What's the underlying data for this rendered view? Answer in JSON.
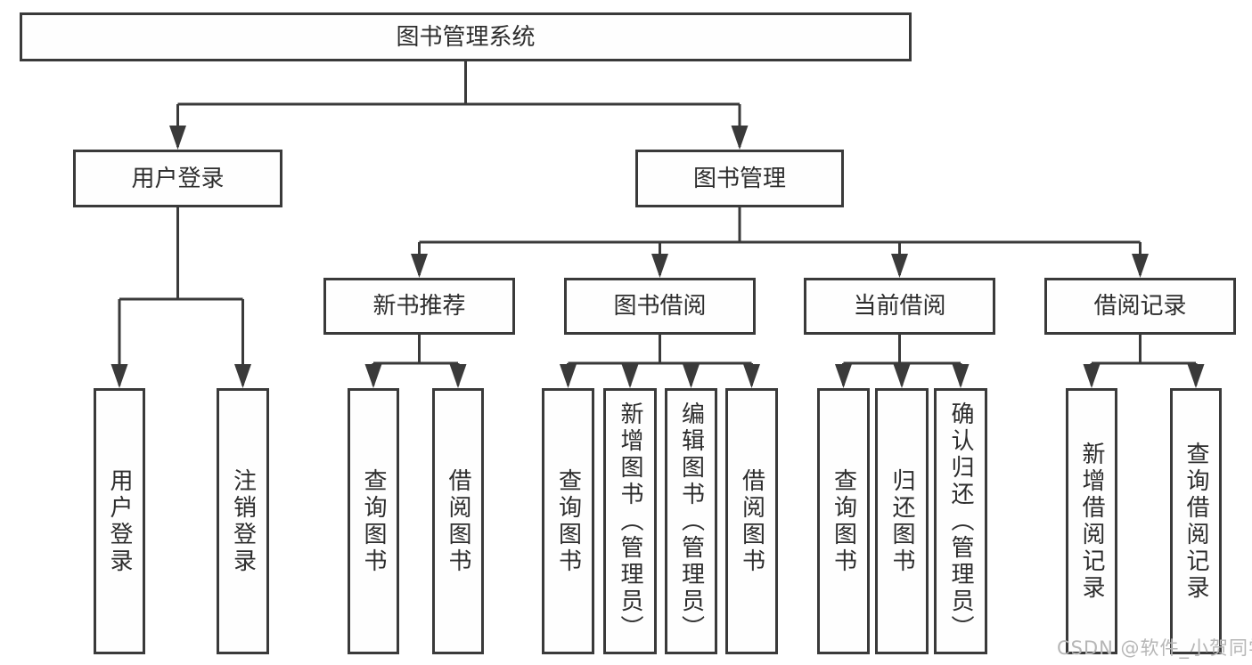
{
  "diagram": {
    "type": "hierarchy-tree",
    "colors": {
      "line": "#3a3a3a",
      "text": "#2d2d2d",
      "box_background": "#fefefe",
      "watermark": "#b6b6b6"
    }
  },
  "tree": {
    "label": "图书管理系统",
    "children": [
      {
        "label": "用户登录",
        "children": [
          {
            "label": "用户登录"
          },
          {
            "label": "注销登录"
          }
        ]
      },
      {
        "label": "图书管理",
        "children": [
          {
            "label": "新书推荐",
            "children": [
              {
                "label": "查询图书"
              },
              {
                "label": "借阅图书"
              }
            ]
          },
          {
            "label": "图书借阅",
            "children": [
              {
                "label": "查询图书"
              },
              {
                "label": "新增图书（管理员）"
              },
              {
                "label": "编辑图书（管理员）"
              },
              {
                "label": "借阅图书"
              }
            ]
          },
          {
            "label": "当前借阅",
            "children": [
              {
                "label": "查询图书"
              },
              {
                "label": "归还图书"
              },
              {
                "label": "确认归还（管理员）"
              }
            ]
          },
          {
            "label": "借阅记录",
            "children": [
              {
                "label": "新增借阅记录"
              },
              {
                "label": "查询借阅记录"
              }
            ]
          }
        ]
      }
    ]
  },
  "watermark": {
    "text": "CSDN @软件_小贺同学"
  }
}
